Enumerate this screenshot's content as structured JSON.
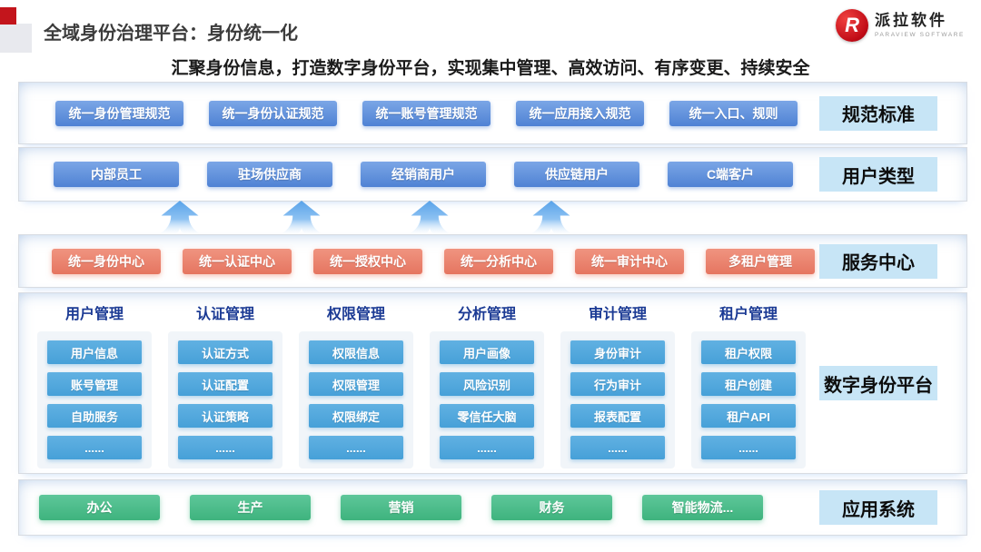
{
  "header": {
    "title": "全域身份治理平台：身份统一化",
    "subtitle": "汇聚身份信息，打造数字身份平台，实现集中管理、高效访问、有序变更、持续安全",
    "logo": {
      "monogram": "R",
      "name_cn": "派拉软件",
      "name_en": "PARAVIEW SOFTWARE"
    }
  },
  "colors": {
    "accent_red": "#c3151c",
    "button_blue": "#4f82d4",
    "button_orange": "#e57560",
    "button_green": "#3eb37e",
    "item_sky_blue": "#46a0d8",
    "label_bg": "#c7e5f6",
    "header_text_blue": "#1b3a94"
  },
  "sections": {
    "standards": {
      "label": "规范标准",
      "items": [
        "统一身份管理规范",
        "统一身份认证规范",
        "统一账号管理规范",
        "统一应用接入规范",
        "统一入口、规则"
      ]
    },
    "user_types": {
      "label": "用户类型",
      "items": [
        "内部员工",
        "驻场供应商",
        "经销商用户",
        "供应链用户",
        "C端客户"
      ]
    },
    "services": {
      "label": "服务中心",
      "items": [
        "统一身份中心",
        "统一认证中心",
        "统一授权中心",
        "统一分析中心",
        "统一审计中心",
        "多租户管理"
      ]
    },
    "platform": {
      "label": "数字身份平台",
      "columns": [
        {
          "title": "用户管理",
          "items": [
            "用户信息",
            "账号管理",
            "自助服务",
            "......"
          ]
        },
        {
          "title": "认证管理",
          "items": [
            "认证方式",
            "认证配置",
            "认证策略",
            "......"
          ]
        },
        {
          "title": "权限管理",
          "items": [
            "权限信息",
            "权限管理",
            "权限绑定",
            "......"
          ]
        },
        {
          "title": "分析管理",
          "items": [
            "用户画像",
            "风险识别",
            "零信任大脑",
            "......"
          ]
        },
        {
          "title": "审计管理",
          "items": [
            "身份审计",
            "行为审计",
            "报表配置",
            "......"
          ]
        },
        {
          "title": "租户管理",
          "items": [
            "租户权限",
            "租户创建",
            "租户API",
            "......"
          ]
        }
      ]
    },
    "apps": {
      "label": "应用系统",
      "items": [
        "办公",
        "生产",
        "营销",
        "财务",
        "智能物流..."
      ]
    }
  }
}
